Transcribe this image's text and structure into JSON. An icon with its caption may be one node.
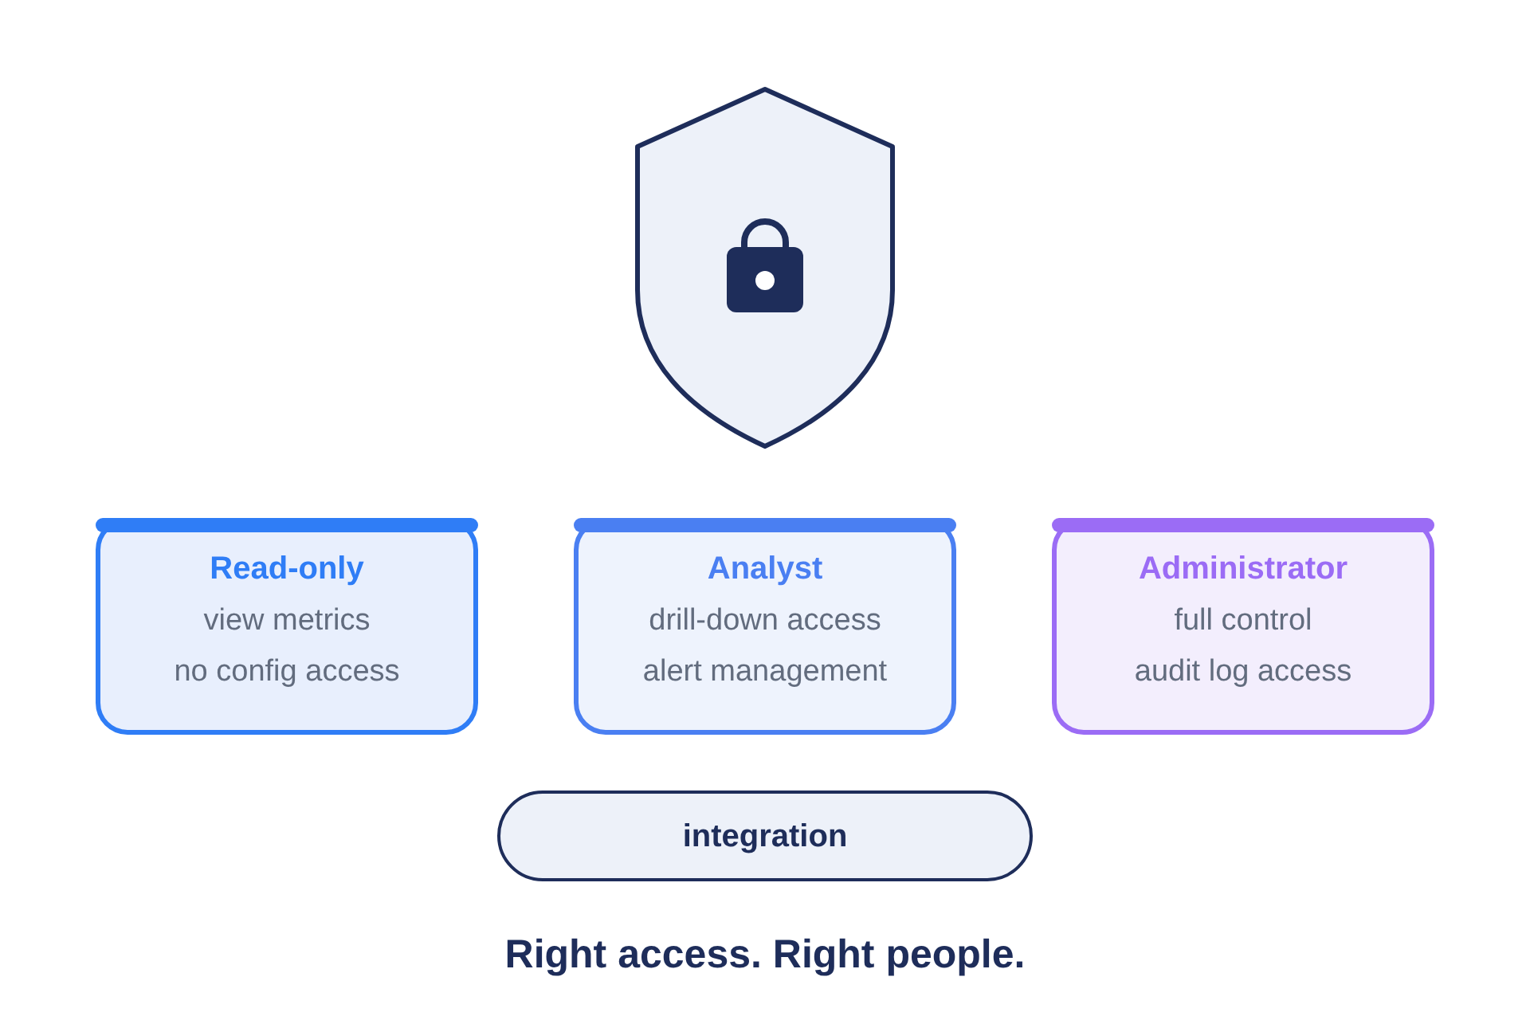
{
  "diagram": {
    "caption": "Right access. Right people.",
    "nodes": [
      {
        "text": [
          "Read-only",
          "view metrics",
          "no config access"
        ]
      },
      {
        "text": [
          "Analyst",
          "drill-down access",
          "alert management"
        ]
      },
      {
        "text": [
          "Administrator",
          "full control",
          "audit log access"
        ]
      },
      {
        "text": [
          "integration"
        ]
      }
    ]
  }
}
